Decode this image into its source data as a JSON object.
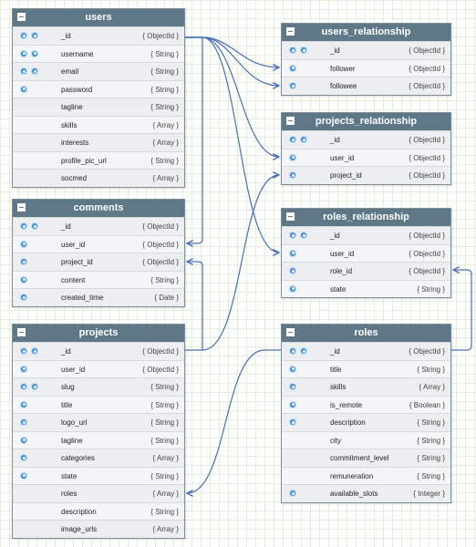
{
  "colors": {
    "header": "#5e7888",
    "relation": "#4a6fb6",
    "field_icon": "#3f8ed6"
  },
  "tables": [
    {
      "id": "users",
      "name": "users",
      "fields": [
        {
          "name": "_id",
          "type": "{ ObjectId }",
          "icons": [
            "key-icon",
            "index-icon"
          ]
        },
        {
          "name": "username",
          "type": "{ String }",
          "icons": [
            "required-icon",
            "index-icon"
          ]
        },
        {
          "name": "email",
          "type": "{ String }",
          "icons": [
            "required-icon",
            "index-icon"
          ]
        },
        {
          "name": "password",
          "type": "{ String }",
          "icons": [
            "required-icon"
          ]
        },
        {
          "name": "tagline",
          "type": "{ String }",
          "icons": []
        },
        {
          "name": "skills",
          "type": "{ Array }",
          "icons": []
        },
        {
          "name": "interests",
          "type": "{ Array }",
          "icons": []
        },
        {
          "name": "profile_pic_url",
          "type": "{ String }",
          "icons": []
        },
        {
          "name": "socmed",
          "type": "{ Array }",
          "icons": []
        }
      ]
    },
    {
      "id": "comments",
      "name": "comments",
      "fields": [
        {
          "name": "_id",
          "type": "{ ObjectId }",
          "icons": [
            "key-icon",
            "index-icon"
          ]
        },
        {
          "name": "user_id",
          "type": "{ ObjectId }",
          "icons": [
            "required-icon"
          ]
        },
        {
          "name": "project_id",
          "type": "{ ObjectId }",
          "icons": [
            "required-icon"
          ]
        },
        {
          "name": "content",
          "type": "{ String }",
          "icons": [
            "required-icon"
          ]
        },
        {
          "name": "created_time",
          "type": "{ Date }",
          "icons": [
            "required-icon"
          ]
        }
      ]
    },
    {
      "id": "projects",
      "name": "projects",
      "fields": [
        {
          "name": "_id",
          "type": "{ ObjectId }",
          "icons": [
            "key-icon",
            "index-icon"
          ]
        },
        {
          "name": "user_id",
          "type": "{ ObjectId }",
          "icons": [
            "required-icon"
          ]
        },
        {
          "name": "slug",
          "type": "{ String }",
          "icons": [
            "required-icon",
            "index-icon"
          ]
        },
        {
          "name": "title",
          "type": "{ String }",
          "icons": [
            "required-icon"
          ]
        },
        {
          "name": "logo_url",
          "type": "{ String }",
          "icons": [
            "required-icon"
          ]
        },
        {
          "name": "tagline",
          "type": "{ String }",
          "icons": [
            "required-icon"
          ]
        },
        {
          "name": "categories",
          "type": "{ Array }",
          "icons": [
            "required-icon"
          ]
        },
        {
          "name": "state",
          "type": "{ String }",
          "icons": [
            "required-icon"
          ]
        },
        {
          "name": "roles",
          "type": "{ Array }",
          "icons": []
        },
        {
          "name": "description",
          "type": "{ String }",
          "icons": []
        },
        {
          "name": "image_urls",
          "type": "{ Array }",
          "icons": []
        }
      ]
    },
    {
      "id": "users_relationship",
      "name": "users_relationship",
      "fields": [
        {
          "name": "_id",
          "type": "{ ObjectId }",
          "icons": [
            "key-icon",
            "index-icon"
          ]
        },
        {
          "name": "follower",
          "type": "{ ObjectId }",
          "icons": [
            "required-icon"
          ]
        },
        {
          "name": "followee",
          "type": "{ ObjectId }",
          "icons": [
            "required-icon"
          ]
        }
      ]
    },
    {
      "id": "projects_relationship",
      "name": "projects_relationship",
      "fields": [
        {
          "name": "_id",
          "type": "{ ObjectId }",
          "icons": [
            "key-icon",
            "index-icon"
          ]
        },
        {
          "name": "user_id",
          "type": "{ ObjectId }",
          "icons": [
            "required-icon"
          ]
        },
        {
          "name": "project_id",
          "type": "{ ObjectId }",
          "icons": [
            "required-icon"
          ]
        }
      ]
    },
    {
      "id": "roles_relationship",
      "name": "roles_relationship",
      "fields": [
        {
          "name": "_id",
          "type": "{ ObjectId }",
          "icons": [
            "key-icon",
            "index-icon"
          ]
        },
        {
          "name": "user_id",
          "type": "{ ObjectId }",
          "icons": [
            "required-icon"
          ]
        },
        {
          "name": "role_id",
          "type": "{ ObjectId }",
          "icons": [
            "required-icon"
          ]
        },
        {
          "name": "state",
          "type": "{ String }",
          "icons": [
            "required-icon"
          ]
        }
      ]
    },
    {
      "id": "roles",
      "name": "roles",
      "fields": [
        {
          "name": "_id",
          "type": "{ ObjectId }",
          "icons": [
            "key-icon",
            "index-icon"
          ]
        },
        {
          "name": "title",
          "type": "{ String }",
          "icons": [
            "required-icon"
          ]
        },
        {
          "name": "skills",
          "type": "{ Array }",
          "icons": [
            "required-icon"
          ]
        },
        {
          "name": "is_remote",
          "type": "{ Boolean }",
          "icons": [
            "required-icon"
          ]
        },
        {
          "name": "description",
          "type": "{ String }",
          "icons": [
            "required-icon"
          ]
        },
        {
          "name": "city",
          "type": "{ String }",
          "icons": []
        },
        {
          "name": "commitment_level",
          "type": "{ String }",
          "icons": []
        },
        {
          "name": "remuneration",
          "type": "{ String }",
          "icons": []
        },
        {
          "name": "available_slots",
          "type": "{ Integer }",
          "icons": [
            "required-icon"
          ]
        }
      ]
    }
  ],
  "relations": [
    {
      "from": "users._id",
      "to": "users_relationship.follower"
    },
    {
      "from": "users._id",
      "to": "users_relationship.followee"
    },
    {
      "from": "users._id",
      "to": "projects_relationship.user_id"
    },
    {
      "from": "users._id",
      "to": "roles_relationship.user_id"
    },
    {
      "from": "users._id",
      "to": "comments.user_id"
    },
    {
      "from": "projects._id",
      "to": "projects_relationship.project_id"
    },
    {
      "from": "projects._id",
      "to": "comments.project_id"
    },
    {
      "from": "roles._id",
      "to": "roles_relationship.role_id"
    },
    {
      "from": "roles._id",
      "to": "projects.roles"
    }
  ]
}
